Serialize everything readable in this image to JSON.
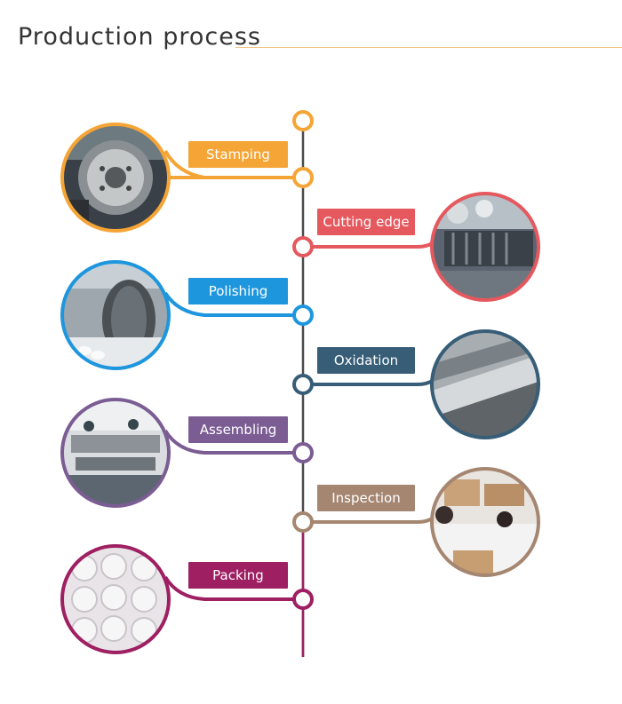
{
  "title": "Production process",
  "steps": [
    {
      "label": "Stamping",
      "color": "#f5a536",
      "image": "stamping-machine"
    },
    {
      "label": "Cutting edge",
      "color": "#e4585e",
      "image": "cutting-machine"
    },
    {
      "label": "Polishing",
      "color": "#1e96de",
      "image": "polishing-machine"
    },
    {
      "label": "Oxidation",
      "color": "#375d77",
      "image": "oxidation-line"
    },
    {
      "label": "Assembling",
      "color": "#7b5d94",
      "image": "assembly-workshop"
    },
    {
      "label": "Inspection",
      "color": "#a58671",
      "image": "inspection-workshop"
    },
    {
      "label": "Packing",
      "color": "#9e1f62",
      "image": "packing-stack"
    }
  ]
}
